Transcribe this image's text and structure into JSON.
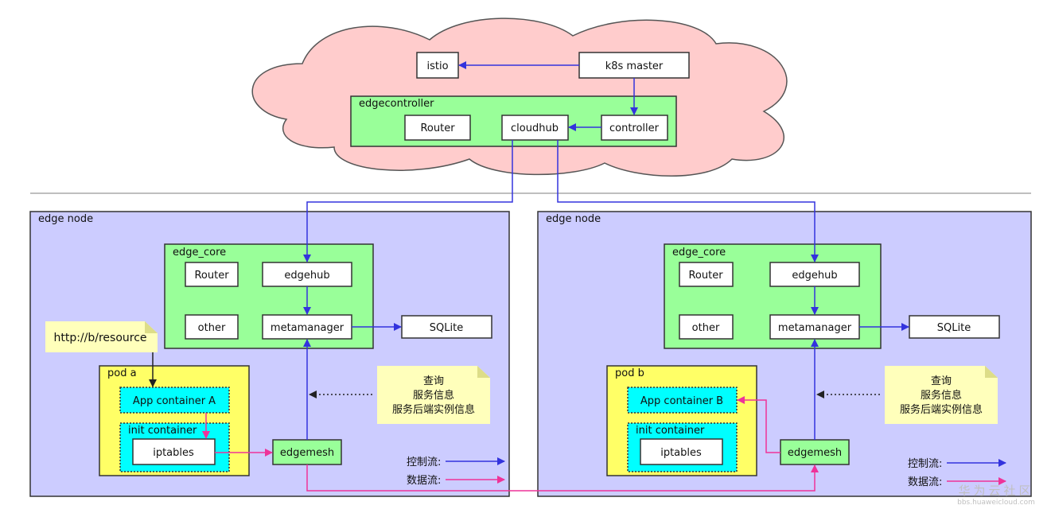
{
  "cloud": {
    "istio": "istio",
    "k8s_master": "k8s master",
    "edgecontroller": {
      "title": "edgecontroller",
      "router": "Router",
      "cloudhub": "cloudhub",
      "controller": "controller"
    }
  },
  "nodes": [
    {
      "title": "edge node",
      "edge_core": {
        "title": "edge_core",
        "router": "Router",
        "edgehub": "edgehub",
        "other": "other",
        "metamanager": "metamanager"
      },
      "sqlite": "SQLite",
      "note_url": "http://b/resource",
      "pod": {
        "title": "pod a",
        "app": "App container A",
        "init": "init container",
        "iptables": "iptables"
      },
      "edgemesh": "edgemesh",
      "query_note": [
        "查询",
        "服务信息",
        "服务后端实例信息"
      ],
      "legend": {
        "control": "控制流:",
        "data": "数据流:"
      }
    },
    {
      "title": "edge node",
      "edge_core": {
        "title": "edge_core",
        "router": "Router",
        "edgehub": "edgehub",
        "other": "other",
        "metamanager": "metamanager"
      },
      "sqlite": "SQLite",
      "pod": {
        "title": "pod b",
        "app": "App container B",
        "init": "init container",
        "iptables": "iptables"
      },
      "edgemesh": "edgemesh",
      "query_note": [
        "查询",
        "服务信息",
        "服务后端实例信息"
      ],
      "legend": {
        "control": "控制流:",
        "data": "数据流:"
      }
    }
  ],
  "watermark": {
    "brand": "华为云社区",
    "url": "bbs.huaweicloud.com"
  },
  "colors": {
    "cloud": "#ffcccc",
    "node": "#ccccff",
    "edge_core": "#99ff99",
    "pod": "#ffff66",
    "container": "#00ffff",
    "note": "#ffffbb",
    "control_flow": "#3333dd",
    "data_flow": "#ee3399"
  }
}
